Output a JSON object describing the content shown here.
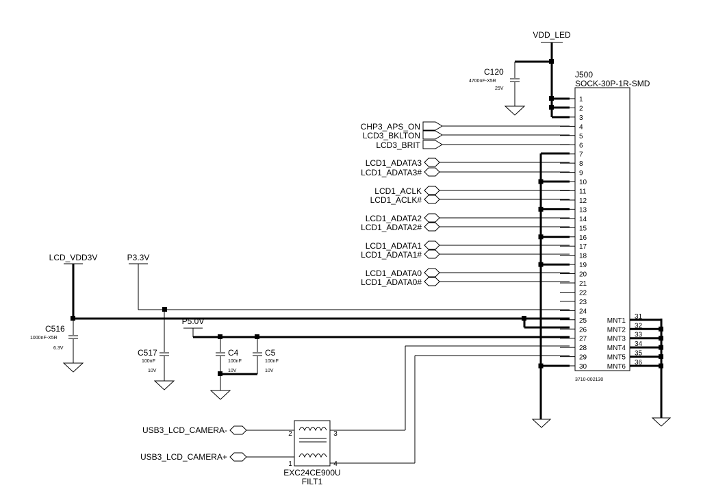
{
  "power": {
    "vdd_led": "VDD_LED",
    "lcd_vdd3v": "LCD_VDD3V",
    "p3v3": "P3.3V",
    "p5v": "P5.0V"
  },
  "connector": {
    "ref": "J500",
    "part": "SOCK-30P-1R-SMD",
    "partno": "3710-002130",
    "pins": [
      "1",
      "2",
      "3",
      "4",
      "5",
      "6",
      "7",
      "8",
      "9",
      "10",
      "11",
      "12",
      "13",
      "14",
      "15",
      "16",
      "17",
      "18",
      "19",
      "20",
      "21",
      "22",
      "23",
      "24",
      "25",
      "26",
      "27",
      "28",
      "29",
      "30"
    ],
    "mnt_labels": [
      "MNT1",
      "MNT2",
      "MNT3",
      "MNT4",
      "MNT5",
      "MNT6"
    ],
    "mnt_pins": [
      "31",
      "32",
      "33",
      "34",
      "35",
      "36"
    ]
  },
  "signals": {
    "chp3_aps_on": "CHP3_APS_ON",
    "lcd3_bklton": "LCD3_BKLTON",
    "lcd3_brit": "LCD3_BRIT",
    "lcd1_adata3": "LCD1_ADATA3",
    "lcd1_adata3n": "LCD1_ADATA3#",
    "lcd1_aclk": "LCD1_ACLK",
    "lcd1_aclkn": "LCD1_ACLK#",
    "lcd1_adata2": "LCD1_ADATA2",
    "lcd1_adata2n": "LCD1_ADATA2#",
    "lcd1_adata1": "LCD1_ADATA1",
    "lcd1_adata1n": "LCD1_ADATA1#",
    "lcd1_adata0": "LCD1_ADATA0",
    "lcd1_adata0n": "LCD1_ADATA0#",
    "usb_cam_minus": "USB3_LCD_CAMERA-",
    "usb_cam_plus": "USB3_LCD_CAMERA+"
  },
  "caps": {
    "c120": {
      "ref": "C120",
      "value": "4700nF-X5R",
      "volt": "25V"
    },
    "c516": {
      "ref": "C516",
      "value": "1000nF-X5R",
      "volt": "6.3V"
    },
    "c517": {
      "ref": "C517",
      "value": "100nF",
      "volt": "10V"
    },
    "c4": {
      "ref": "C4",
      "value": "100nF",
      "volt": "10V"
    },
    "c5": {
      "ref": "C5",
      "value": "100nF",
      "volt": "10V"
    }
  },
  "filter": {
    "part": "EXC24CE900U",
    "ref": "FILT1",
    "pins": [
      "1",
      "2",
      "3",
      "4"
    ]
  }
}
